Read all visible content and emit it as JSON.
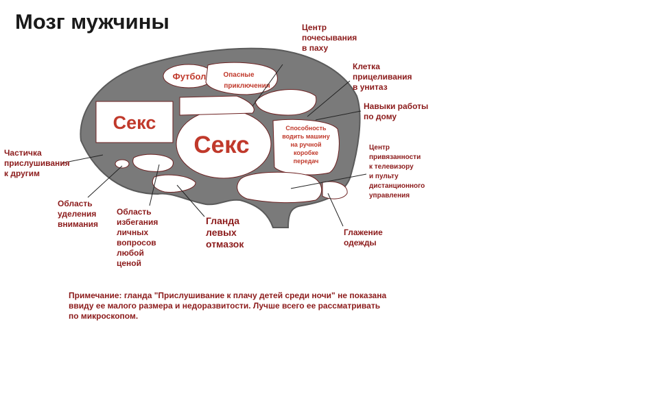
{
  "title": "Мозг мужчины",
  "regions": {
    "sex_big": "Секс",
    "sex_small": "Секс",
    "football": "Футбол",
    "danger": "Опасные\nприключения",
    "driving": "Способность\nводить машину\nна ручной\nкоробке\nпередач"
  },
  "labels": {
    "scratch_center": "Центр\nпочесывания\nв паху",
    "toilet_cell": "Клетка\nприцеливания\nв унитаз",
    "housework": "Навыки работы\nпо дому",
    "tv_center": "Центр\nпривязанности\nк телевизору\nи пульту\nдистанционного\nуправления",
    "ironing": "Глажение\nодежды",
    "excuses_gland": "Гланда\nлевых\nотмазок",
    "avoid_area": "Область\nизбегания\nличных\nвопросов\nлюбой\nценой",
    "attention_area": "Область\nуделения\nвнимания",
    "listening_particle": "Частичка\nприслушивания\nк другим"
  },
  "note": "Примечание: гланда \"Прислушивание к плачу детей среди ночи\" не показана\nввиду ее малого размера и недоразвитости. Лучше всего ее рассматривать\nпо микроскопом.",
  "colors": {
    "brain": "#7a7a7a",
    "label_text": "#8b1a1a",
    "sex_text": "#c0392b",
    "region_stroke": "#6b1f1f"
  }
}
